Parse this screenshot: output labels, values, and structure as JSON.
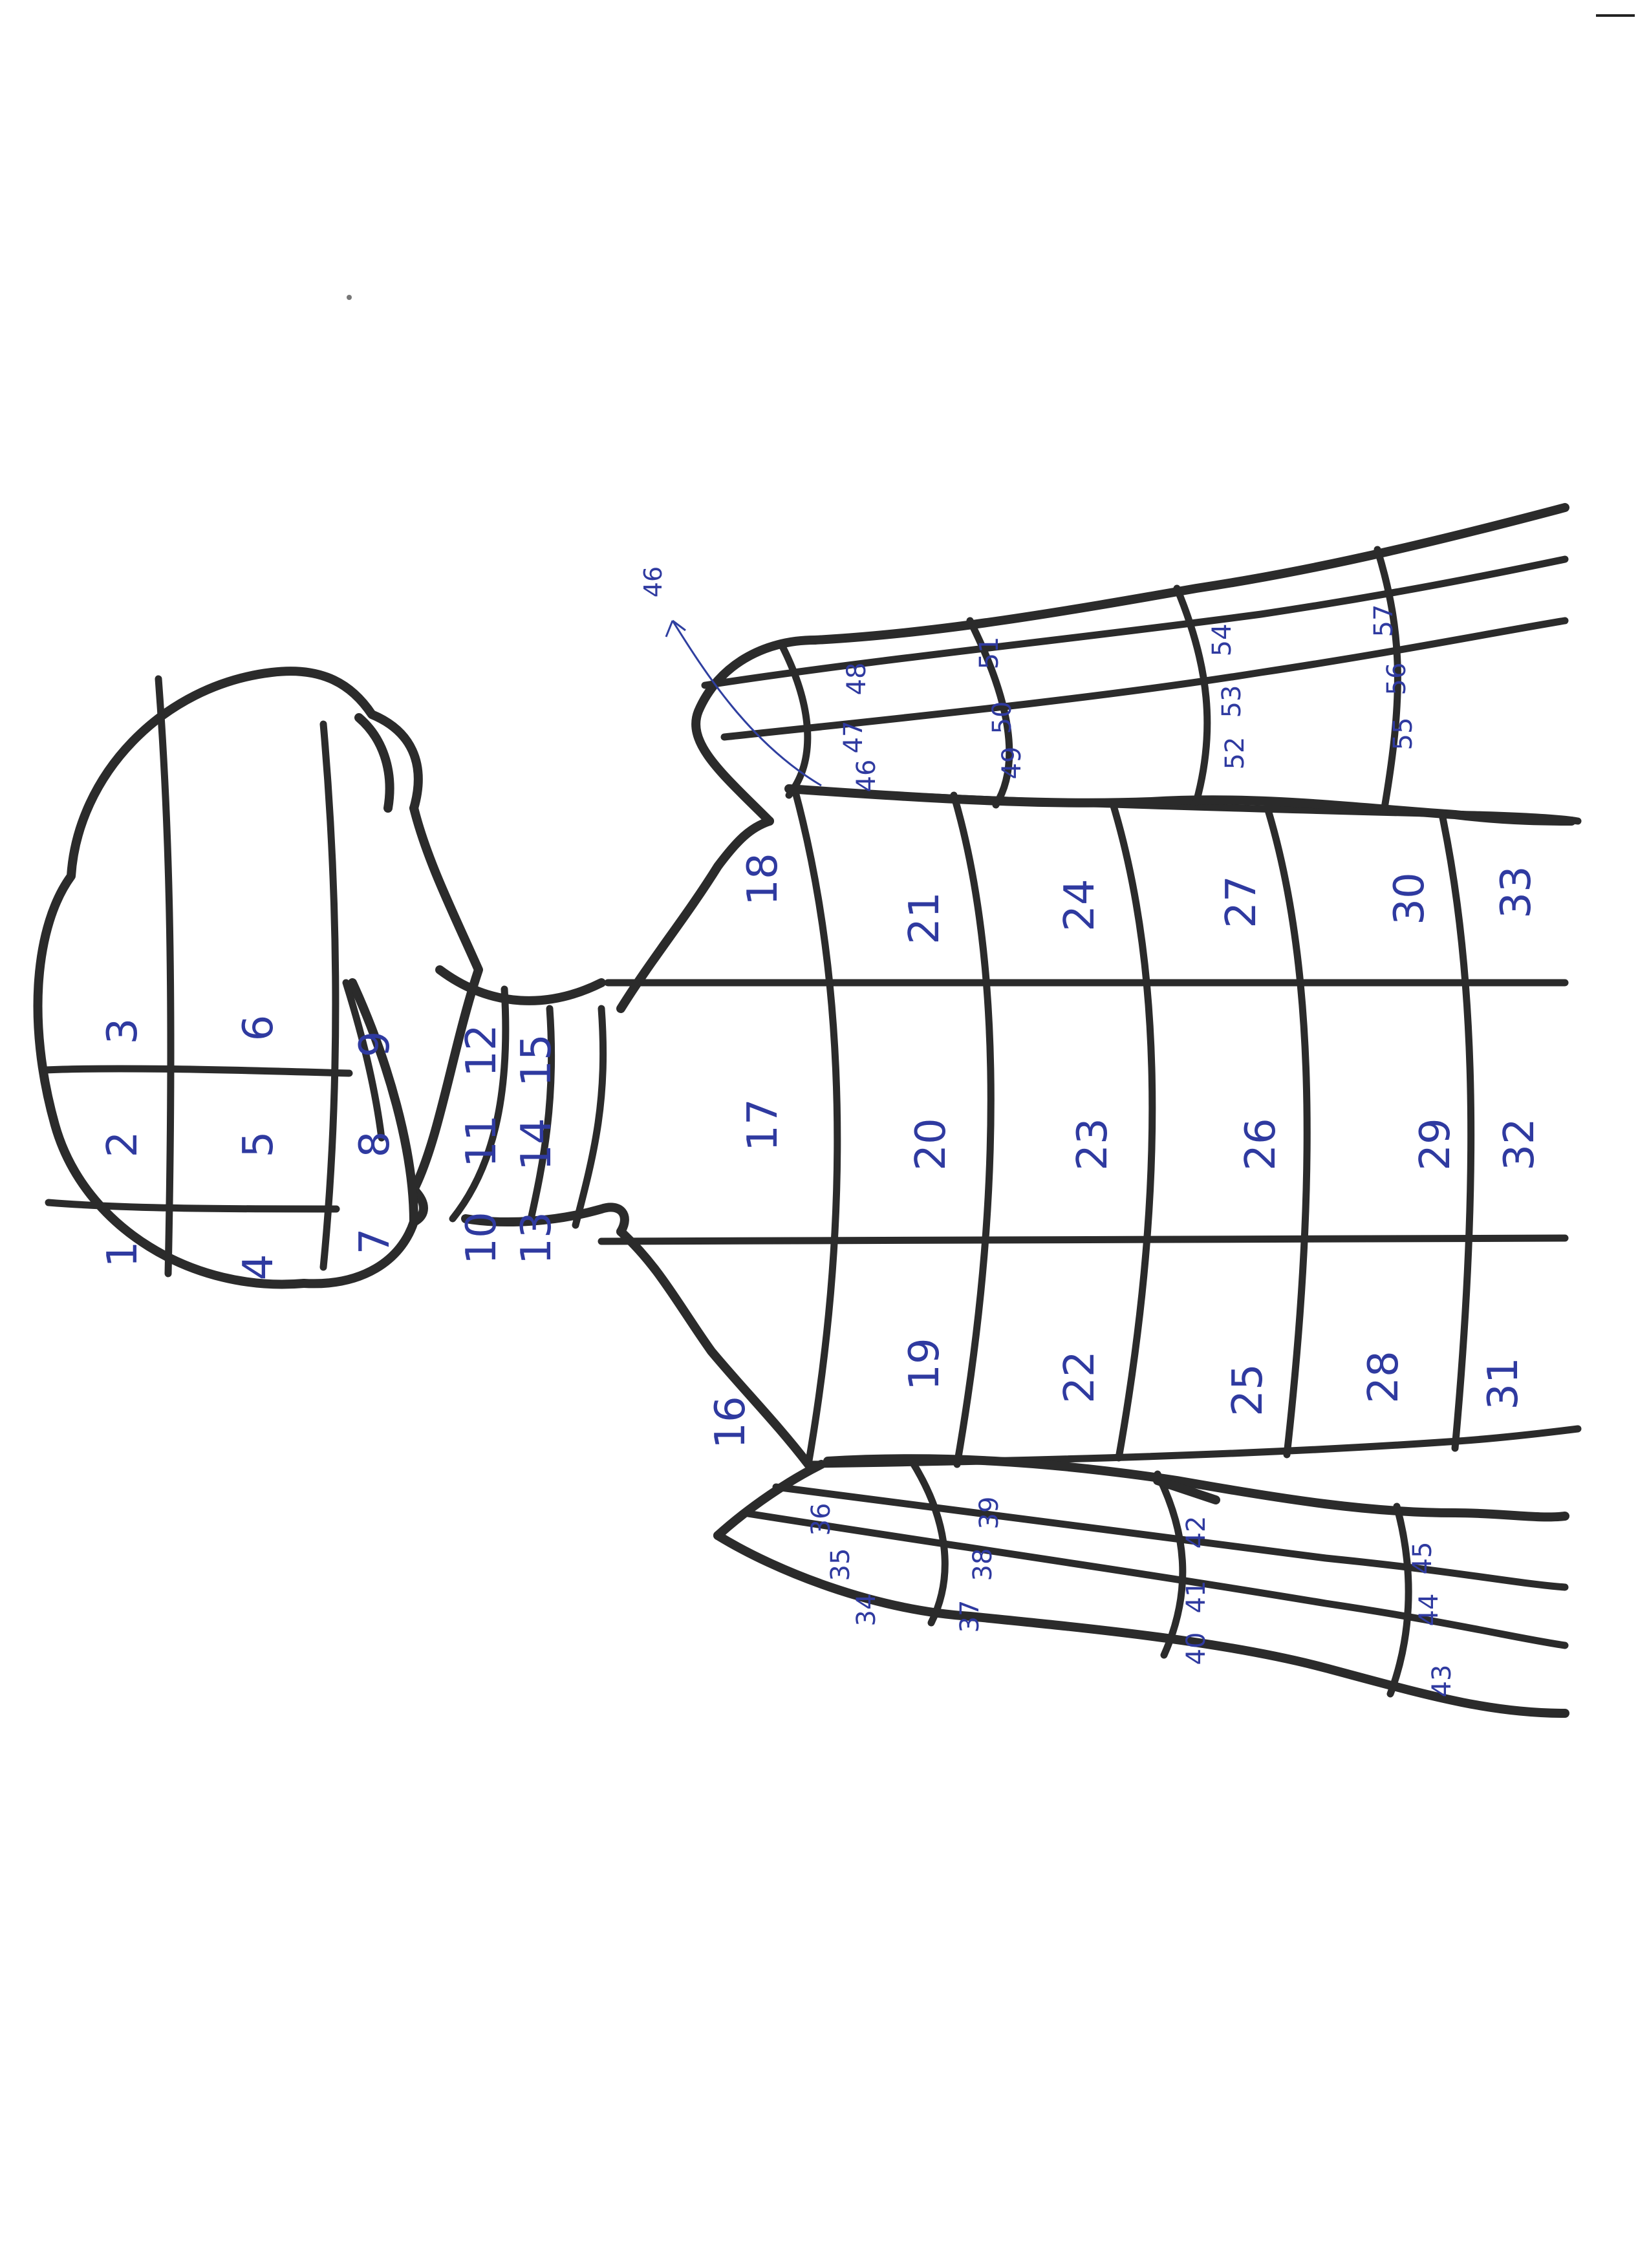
{
  "page": {
    "background": "#ffffff",
    "line_color": "#2b2b2b",
    "ink_color": "#2f3aa0"
  },
  "annotation": {
    "text": "46"
  },
  "regions": [
    {
      "label": "1"
    },
    {
      "label": "2"
    },
    {
      "label": "3"
    },
    {
      "label": "4"
    },
    {
      "label": "5"
    },
    {
      "label": "6"
    },
    {
      "label": "7"
    },
    {
      "label": "8"
    },
    {
      "label": "9"
    },
    {
      "label": "10"
    },
    {
      "label": "11"
    },
    {
      "label": "12"
    },
    {
      "label": "13"
    },
    {
      "label": "14"
    },
    {
      "label": "15"
    },
    {
      "label": "16"
    },
    {
      "label": "17"
    },
    {
      "label": "18"
    },
    {
      "label": "19"
    },
    {
      "label": "20"
    },
    {
      "label": "21"
    },
    {
      "label": "22"
    },
    {
      "label": "23"
    },
    {
      "label": "24"
    },
    {
      "label": "25"
    },
    {
      "label": "26"
    },
    {
      "label": "27"
    },
    {
      "label": "28"
    },
    {
      "label": "29"
    },
    {
      "label": "30"
    },
    {
      "label": "31"
    },
    {
      "label": "32"
    },
    {
      "label": "33"
    },
    {
      "label": "34"
    },
    {
      "label": "35"
    },
    {
      "label": "36"
    },
    {
      "label": "37"
    },
    {
      "label": "38"
    },
    {
      "label": "39"
    },
    {
      "label": "40"
    },
    {
      "label": "41"
    },
    {
      "label": "42"
    },
    {
      "label": "43"
    },
    {
      "label": "44"
    },
    {
      "label": "45"
    },
    {
      "label": "46"
    },
    {
      "label": "47"
    },
    {
      "label": "48"
    },
    {
      "label": "49"
    },
    {
      "label": "50"
    },
    {
      "label": "51"
    },
    {
      "label": "52"
    },
    {
      "label": "53"
    },
    {
      "label": "54"
    },
    {
      "label": "55"
    },
    {
      "label": "56"
    },
    {
      "label": "57"
    }
  ]
}
